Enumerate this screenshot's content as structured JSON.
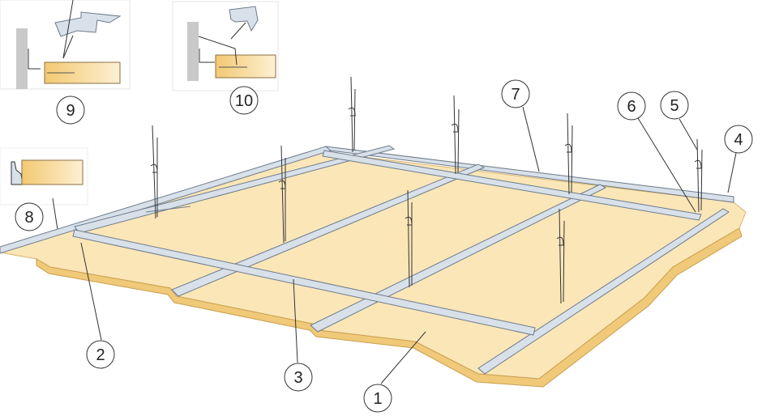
{
  "colors": {
    "board": "#fbe6b8",
    "board_edge": "#f0c979",
    "metal": "#d8e1ea",
    "metal_edge": "#6d7b8a",
    "wall": "#c9c9c9",
    "line": "#333333"
  },
  "callouts": {
    "c1": "1",
    "c2": "2",
    "c3": "3",
    "c4": "4",
    "c5": "5",
    "c6": "6",
    "c7": "7",
    "c8": "8",
    "c9": "9",
    "c10": "10"
  }
}
